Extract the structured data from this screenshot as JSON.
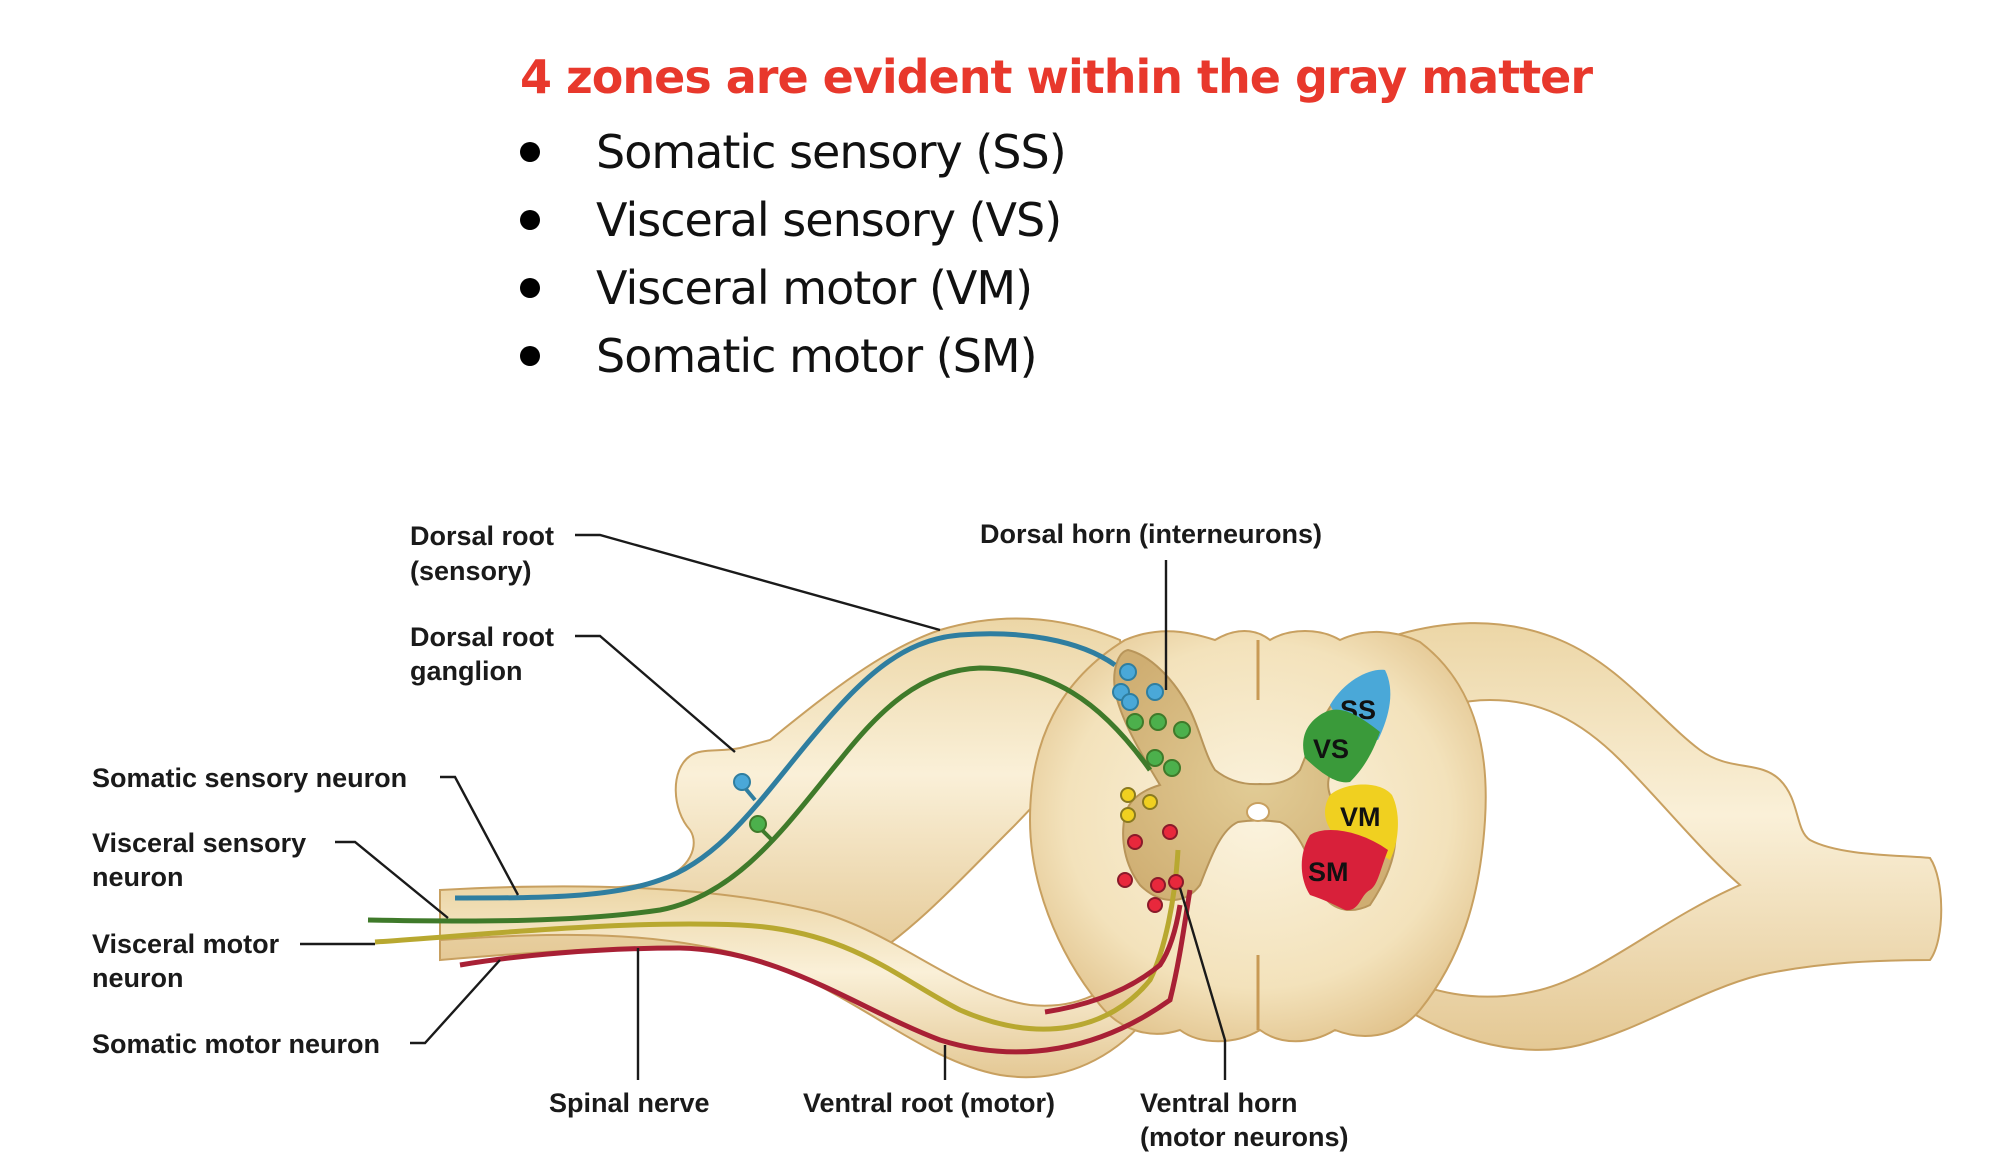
{
  "slide": {
    "title": "4 zones are evident within the gray matter",
    "bullets": [
      "Somatic sensory (SS)",
      "Visceral sensory (VS)",
      "Visceral motor (VM)",
      "Somatic motor (SM)"
    ]
  },
  "diagram": {
    "labels": {
      "dorsal_root_line1": "Dorsal root",
      "dorsal_root_line2": "(sensory)",
      "drg_line1": "Dorsal root",
      "drg_line2": "ganglion",
      "dorsal_horn": "Dorsal horn (interneurons)",
      "somatic_sensory_neuron": "Somatic sensory neuron",
      "visceral_sensory_line1": "Visceral sensory",
      "visceral_sensory_line2": "neuron",
      "visceral_motor_line1": "Visceral motor",
      "visceral_motor_line2": "neuron",
      "somatic_motor_neuron": "Somatic motor neuron",
      "spinal_nerve": "Spinal nerve",
      "ventral_root": "Ventral root (motor)",
      "ventral_horn_line1": "Ventral horn",
      "ventral_horn_line2": "(motor neurons)"
    },
    "zones": [
      {
        "abbr": "SS",
        "name": "Somatic sensory",
        "color": "#4aa8d8"
      },
      {
        "abbr": "VS",
        "name": "Visceral sensory",
        "color": "#3a9a3a"
      },
      {
        "abbr": "VM",
        "name": "Visceral motor",
        "color": "#f0d020"
      },
      {
        "abbr": "SM",
        "name": "Somatic motor",
        "color": "#d8203a"
      }
    ],
    "neuron_colors": {
      "somatic_sensory": "#2f7ea0",
      "visceral_sensory": "#3f7a2a",
      "visceral_motor": "#b8a830",
      "somatic_motor": "#a82035"
    },
    "tissue_colors": {
      "white_matter": "#f5e6c4",
      "gray_matter": "#d4b57a",
      "outline": "#c8a060"
    }
  }
}
